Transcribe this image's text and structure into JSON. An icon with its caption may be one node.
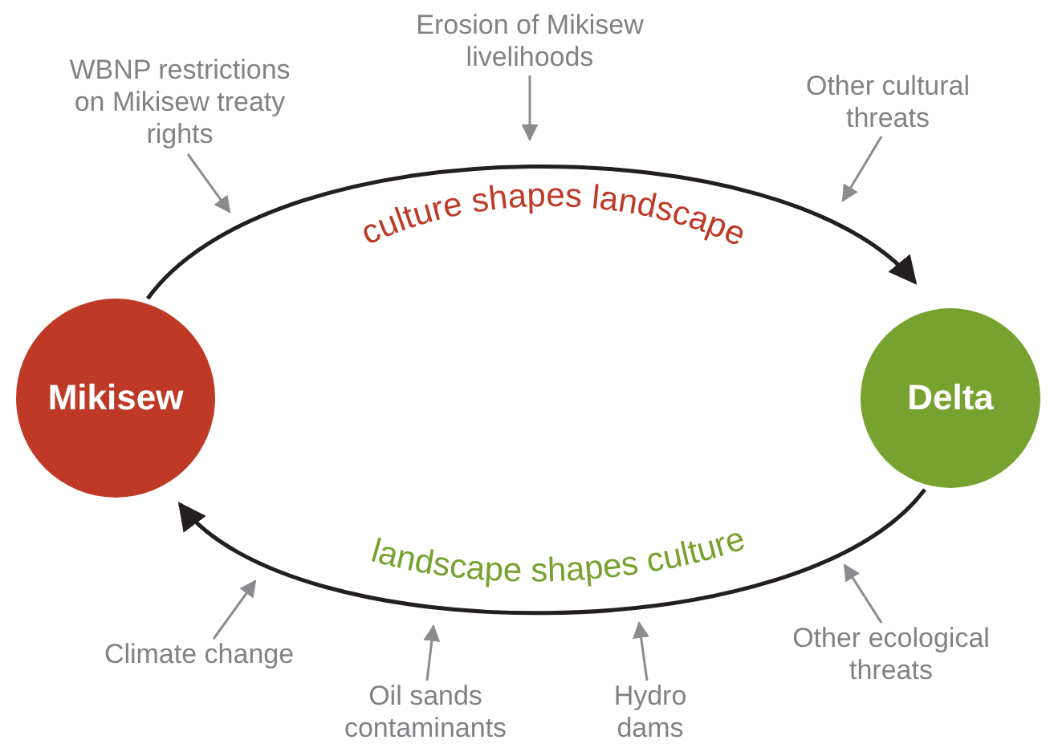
{
  "diagram": {
    "nodes": [
      {
        "text": [
          "Mikisew"
        ]
      },
      {
        "text": [
          "Delta"
        ]
      },
      {
        "text": [
          "WBNP restrictions on Mikisew treaty rights"
        ]
      },
      {
        "text": [
          "Erosion of Mikisew livelihoods"
        ]
      },
      {
        "text": [
          "Other cultural threats"
        ]
      },
      {
        "text": [
          "Climate change"
        ]
      },
      {
        "text": [
          "Oil sands contaminants"
        ]
      },
      {
        "text": [
          "Hydro dams"
        ]
      },
      {
        "text": [
          "Other ecological threats"
        ]
      }
    ],
    "edges": [
      {
        "from": 0,
        "to": 1,
        "arrow": "to",
        "label": "culture shapes landscape",
        "color": "#231f20"
      },
      {
        "from": 1,
        "to": 0,
        "arrow": "to",
        "label": "landscape shapes culture",
        "color": "#231f20"
      },
      {
        "from": 2,
        "to": null,
        "arrow": "to"
      },
      {
        "from": 3,
        "to": null,
        "arrow": "to"
      },
      {
        "from": 4,
        "to": null,
        "arrow": "to"
      },
      {
        "from": 5,
        "to": null,
        "arrow": "to"
      },
      {
        "from": 6,
        "to": null,
        "arrow": "to"
      },
      {
        "from": 7,
        "to": null,
        "arrow": "to"
      },
      {
        "from": 8,
        "to": null,
        "arrow": "to"
      }
    ]
  }
}
